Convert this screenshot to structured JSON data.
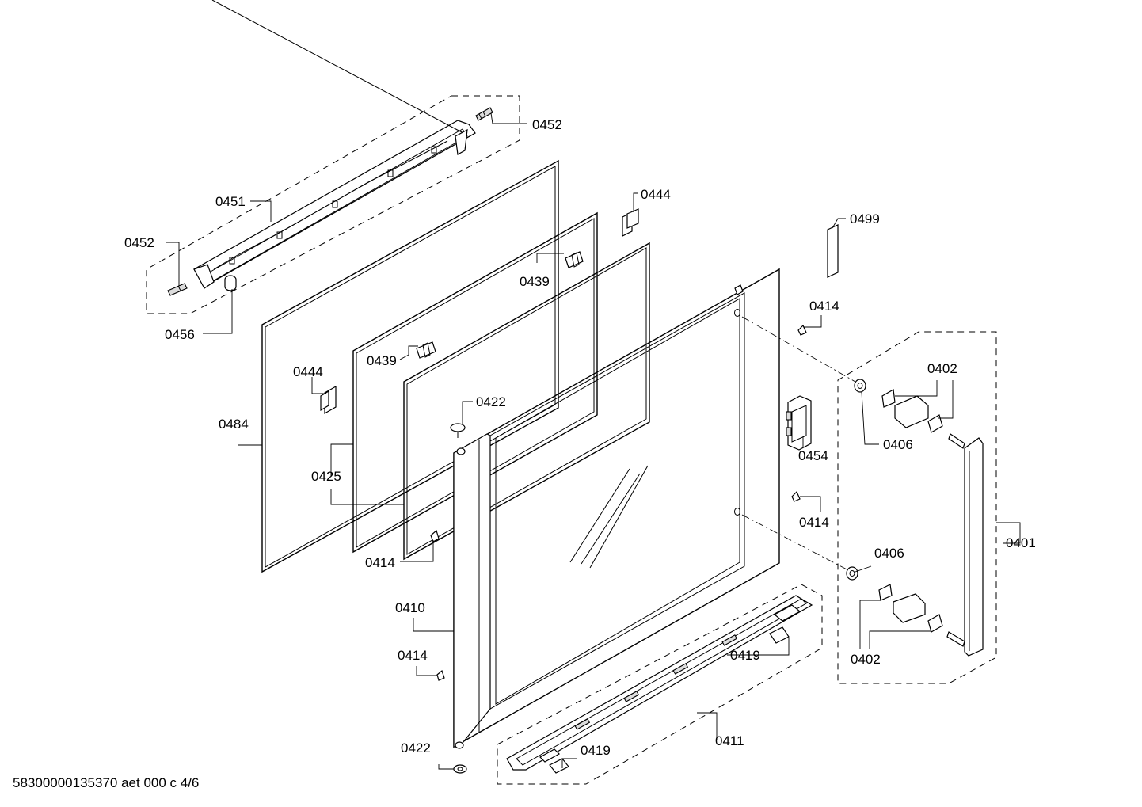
{
  "footer": {
    "document_code": "58300000135370 aet 000 c 4/6"
  },
  "labels": {
    "p0452_top": "0452",
    "p0451": "0451",
    "p0452_left": "0452",
    "p0456": "0456",
    "p0444_top": "0444",
    "p0499": "0499",
    "p0439_upper": "0439",
    "p0439_lower": "0439",
    "p0414_right_upper": "0414",
    "p0402_upper": "0402",
    "p0444_left": "0444",
    "p0422_top": "0422",
    "p0406_upper": "0406",
    "p0484": "0484",
    "p0454": "0454",
    "p0425": "0425",
    "p0414_right_lower": "0414",
    "p0401": "0401",
    "p0414_mid": "0414",
    "p0406_lower": "0406",
    "p0410": "0410",
    "p0419_right": "0419",
    "p0402_lower": "0402",
    "p0414_bottom": "0414",
    "p0411": "0411",
    "p0422_bottom": "0422",
    "p0419_bottom": "0419"
  }
}
